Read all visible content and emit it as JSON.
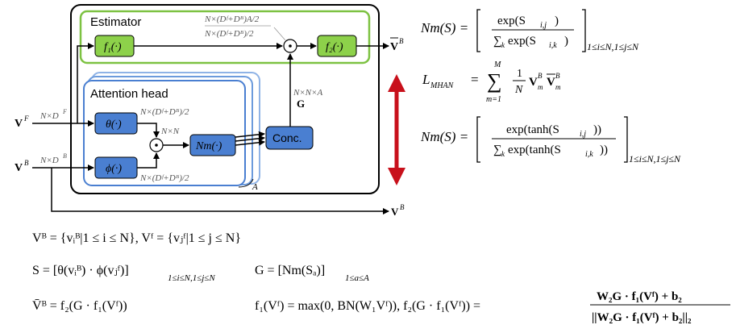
{
  "diagram": {
    "estimator_title": "Estimator",
    "attention_title": "Attention head",
    "f1": "f₁(·)",
    "f2": "f₂(·)",
    "theta": "θ(·)",
    "phi": "ϕ(·)",
    "nm": "Nm(·)",
    "conc": "Conc.",
    "input_f": "V",
    "input_f_sup": "F",
    "input_b": "V",
    "input_b_sup": "B",
    "dim_f": "N×D",
    "dim_f_sup": "F",
    "dim_b": "N×D",
    "dim_b_sup": "B",
    "dim_theta": "N×(Dᶠ+Dᴮ)/2",
    "dim_phi": "N×(Dᶠ+Dᴮ)/2",
    "dim_nn": "N×N",
    "dim_nna": "N×N×A",
    "g_label": "G",
    "dim_top1": "N×(Dᶠ+Dᴮ)A/2",
    "dim_top2": "N×(Dᶠ+Dᴮ)/2",
    "out_bar": "V",
    "out_bar_sup": "B",
    "out_b": "V",
    "out_b_sup": "B",
    "a_label": "A",
    "dot": "·"
  },
  "equations": {
    "nm1_lhs": "Nm(S) =",
    "nm1_num": "exp(S",
    "nm1_num_sub": "i,j",
    "nm1_den": "∑",
    "nm1_den_rest": "exp(S",
    "nm1_den_sub": "i,k",
    "nm1_range": "1≤i≤N,1≤j≤N",
    "lmhan_lhs": "L",
    "lmhan_sub": "MHAN",
    "lmhan_eq": "=",
    "lmhan_sum_top": "M",
    "lmhan_sum_bot": "m=1",
    "lmhan_frac_num": "1",
    "lmhan_frac_den": "N",
    "lmhan_v": "V",
    "lmhan_v_sup": "B",
    "lmhan_v_sub": "m",
    "nm2_lhs": "Nm(S) =",
    "nm2_num": "exp(tanh(S",
    "nm2_num_sub": "i,j",
    "nm2_den_rest": "exp(tanh(S",
    "nm2_den_sub": "i,k",
    "nm2_range": "1≤i≤N,1≤j≤N",
    "vb_def": "Vᴮ = {vᵢᴮ|1 ≤ i ≤ N}, Vᶠ = {vⱼᶠ|1 ≤ j ≤ N}",
    "s_def": "S = [θ(vᵢᴮ) · ϕ(vⱼᶠ)]",
    "s_range": "1≤i≤N,1≤j≤N",
    "g_def": "G = [Nm(Sₐ)]",
    "g_range": "1≤a≤A",
    "vbar_def": "V̄ᴮ = f₂(G · f₁(Vᶠ))",
    "f1_def": "f₁(Vᶠ) = max(0, BN(W₁Vᶠ)), f₂(G · f₁(Vᶠ)) =",
    "f2_num": "W₂G · f₁(Vᶠ) + b₂",
    "f2_den": "||W₂G · f₁(Vᶠ) + b₂||₂"
  },
  "colors": {
    "green": "#7dc242",
    "green_fill": "#8dd14a",
    "blue": "#4a7fd1",
    "blue_light": "#8fb3e6",
    "red_arrow": "#c8101b"
  }
}
